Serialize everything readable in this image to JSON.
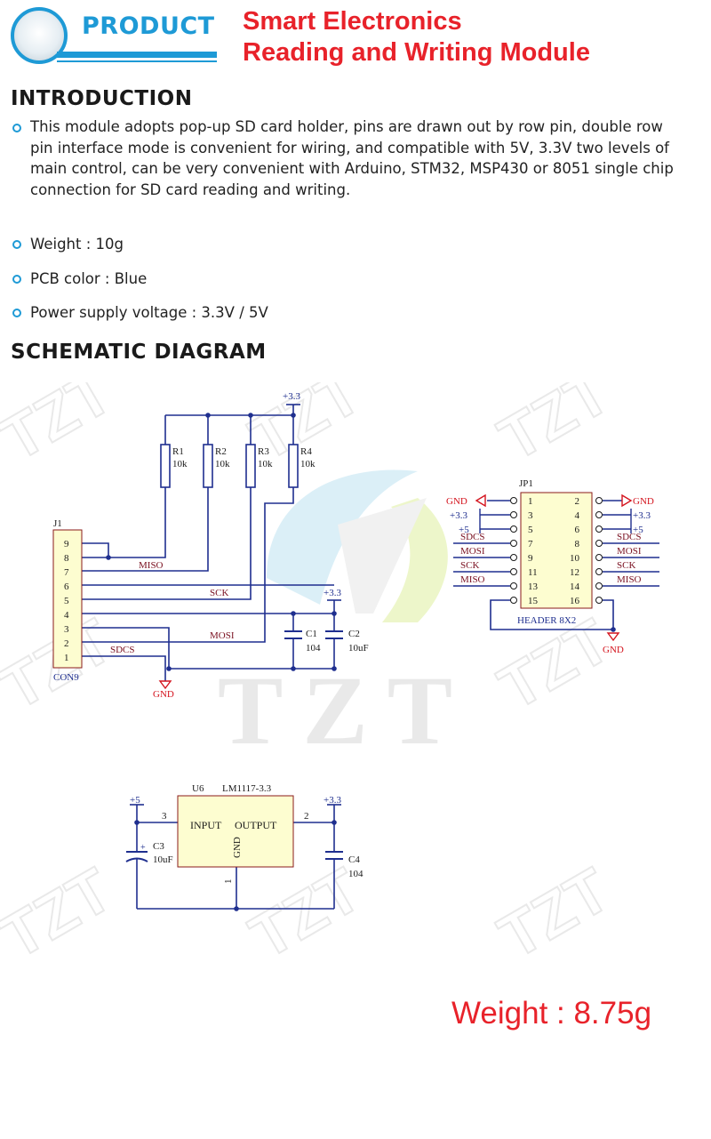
{
  "header": {
    "badge_label": "PRODUCT",
    "title_line1": "Smart Electronics",
    "title_line2": "Reading and Writing Module",
    "watermark_text": "TZT"
  },
  "introduction": {
    "heading": "INTRODUCTION",
    "items": [
      "This module adopts pop-up SD card holder, pins are drawn out by row pin, double row pin interface mode is convenient for wiring, and compatible with 5V, 3.3V two levels of main control, can be very convenient with Arduino, STM32, MSP430 or 8051 single chip connection for SD card reading and writing.",
      "Weight : 10g",
      "PCB color : Blue",
      "Power supply voltage : 3.3V / 5V"
    ]
  },
  "schematic": {
    "heading": "SCHEMATIC DIAGRAM",
    "power_33": "+3.3",
    "power_5": "+5",
    "gnd": "GND",
    "resistors": [
      {
        "ref": "R1",
        "value": "10k"
      },
      {
        "ref": "R2",
        "value": "10k"
      },
      {
        "ref": "R3",
        "value": "10k"
      },
      {
        "ref": "R4",
        "value": "10k"
      }
    ],
    "j1": {
      "ref": "J1",
      "type": "CON9",
      "pins": [
        "9",
        "8",
        "7",
        "6",
        "5",
        "4",
        "3",
        "2",
        "1"
      ]
    },
    "nets": {
      "miso": "MISO",
      "sck": "SCK",
      "mosi": "MOSI",
      "sdcs": "SDCS"
    },
    "caps_main": [
      {
        "ref": "C1",
        "value": "104"
      },
      {
        "ref": "C2",
        "value": "10uF"
      }
    ],
    "jp1": {
      "ref": "JP1",
      "type": "HEADER 8X2",
      "left_pins": [
        "1",
        "3",
        "5",
        "7",
        "9",
        "11",
        "13",
        "15"
      ],
      "right_pins": [
        "2",
        "4",
        "6",
        "8",
        "10",
        "12",
        "14",
        "16"
      ],
      "left_nets": [
        "GND",
        "+3.3",
        "+5",
        "SDCS",
        "MOSI",
        "SCK",
        "MISO"
      ],
      "right_nets": [
        "GND",
        "+3.3",
        "+5",
        "SDCS",
        "MOSI",
        "SCK",
        "MISO"
      ]
    },
    "regulator": {
      "ref": "U6",
      "part": "LM1117-3.3",
      "pin_in_num": "3",
      "pin_out_num": "2",
      "pin_in": "INPUT",
      "pin_out": "OUTPUT",
      "pin_gnd": "GND",
      "pin_gnd_num": "1",
      "cap_in": {
        "ref": "C3",
        "value": "10uF"
      },
      "cap_out": {
        "ref": "C4",
        "value": "104"
      }
    }
  },
  "weight_note": "Weight : 8.75g",
  "colors": {
    "accent_blue": "#1e9ad6",
    "accent_red": "#e8222a",
    "wire_blue": "#1f2f8f",
    "net_label": "#7a1020",
    "power_red": "#d4141e"
  }
}
